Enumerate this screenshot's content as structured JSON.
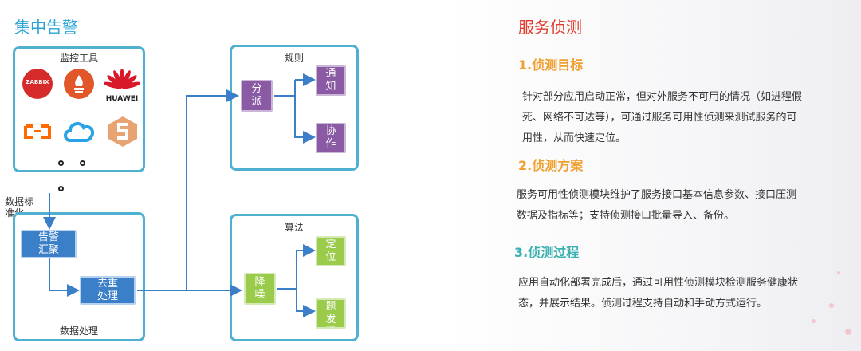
{
  "title": "集中告警",
  "left_panels": {
    "monitor": {
      "label": "监控工具",
      "logos": [
        "ZABBIX",
        "",
        "HUAWEI",
        "",
        "",
        ""
      ]
    },
    "data_label": "数据标准化",
    "process": {
      "label": "数据处理",
      "alarm_node": "告警汇聚",
      "dedup_node": "去重处理"
    },
    "rules": {
      "label": "规则",
      "dispatch": "分派",
      "notify": "通知",
      "collab": "协作"
    },
    "algo": {
      "label": "算法",
      "denoise": "降噪",
      "locate": "定位",
      "problem": "问题发现"
    }
  },
  "right": {
    "heading": "服务侦测",
    "s1_title": "1.侦测目标",
    "s1_text": [
      "针对部分应用启动正常，但对外服务不可用的情况（如进程假",
      "死、网络不可达等），可通过服务可用性侦测来测试服务的可",
      "用性，从而快速定位。"
    ],
    "s2_title": "2.侦测方案",
    "s2_text": [
      "服务可用性侦测模块维护了服务接口基本信息参数、接口压测",
      "数据及指标等；支持侦测接口批量导入、备份。"
    ],
    "s3_title": "3.侦测过程",
    "s3_text": [
      "应用自动化部署完成后，通过可用性侦测模块检测服务健康状",
      "态，并展示结果。侦测过程支持自动和手动方式运行。"
    ]
  },
  "colors": {
    "panel_border": "#4fb0cf",
    "purple": "#8a5aa4",
    "green": "#9acb4a",
    "blue": "#3a7fc7",
    "red": "#e33b2e",
    "orange": "#f0a030",
    "teal": "#3ab0b0"
  }
}
